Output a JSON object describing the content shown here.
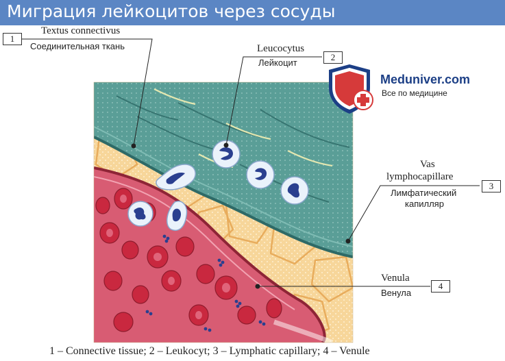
{
  "title": "Миграция лейкоцитов через сосуды",
  "labels": [
    {
      "num": "1",
      "latin": "Textus connectivus",
      "russian": "Соединительная ткань"
    },
    {
      "num": "2",
      "latin": "Leucocytus",
      "russian": "Лейкоцит"
    },
    {
      "num": "3",
      "latin_line1": "Vas",
      "latin_line2": "lymphocapillare",
      "russian_line1": "Лимфатический",
      "russian_line2": "капилляр"
    },
    {
      "num": "4",
      "latin": "Venula",
      "russian": "Венула"
    }
  ],
  "caption": "1 – Connective tissue; 2 – Leukocyt; 3 – Lymphatic capillary; 4 – Venule",
  "watermark": {
    "brand": "Meduniver.com",
    "tagline": "Все по медицине"
  },
  "colors": {
    "title_bar": "#5b86c4",
    "connective": "#f7d69a",
    "lymph": "#4f9490",
    "venule": "#c8405a",
    "leukocyte": "#2a3f8f",
    "erythrocyte": "#c9283f"
  }
}
